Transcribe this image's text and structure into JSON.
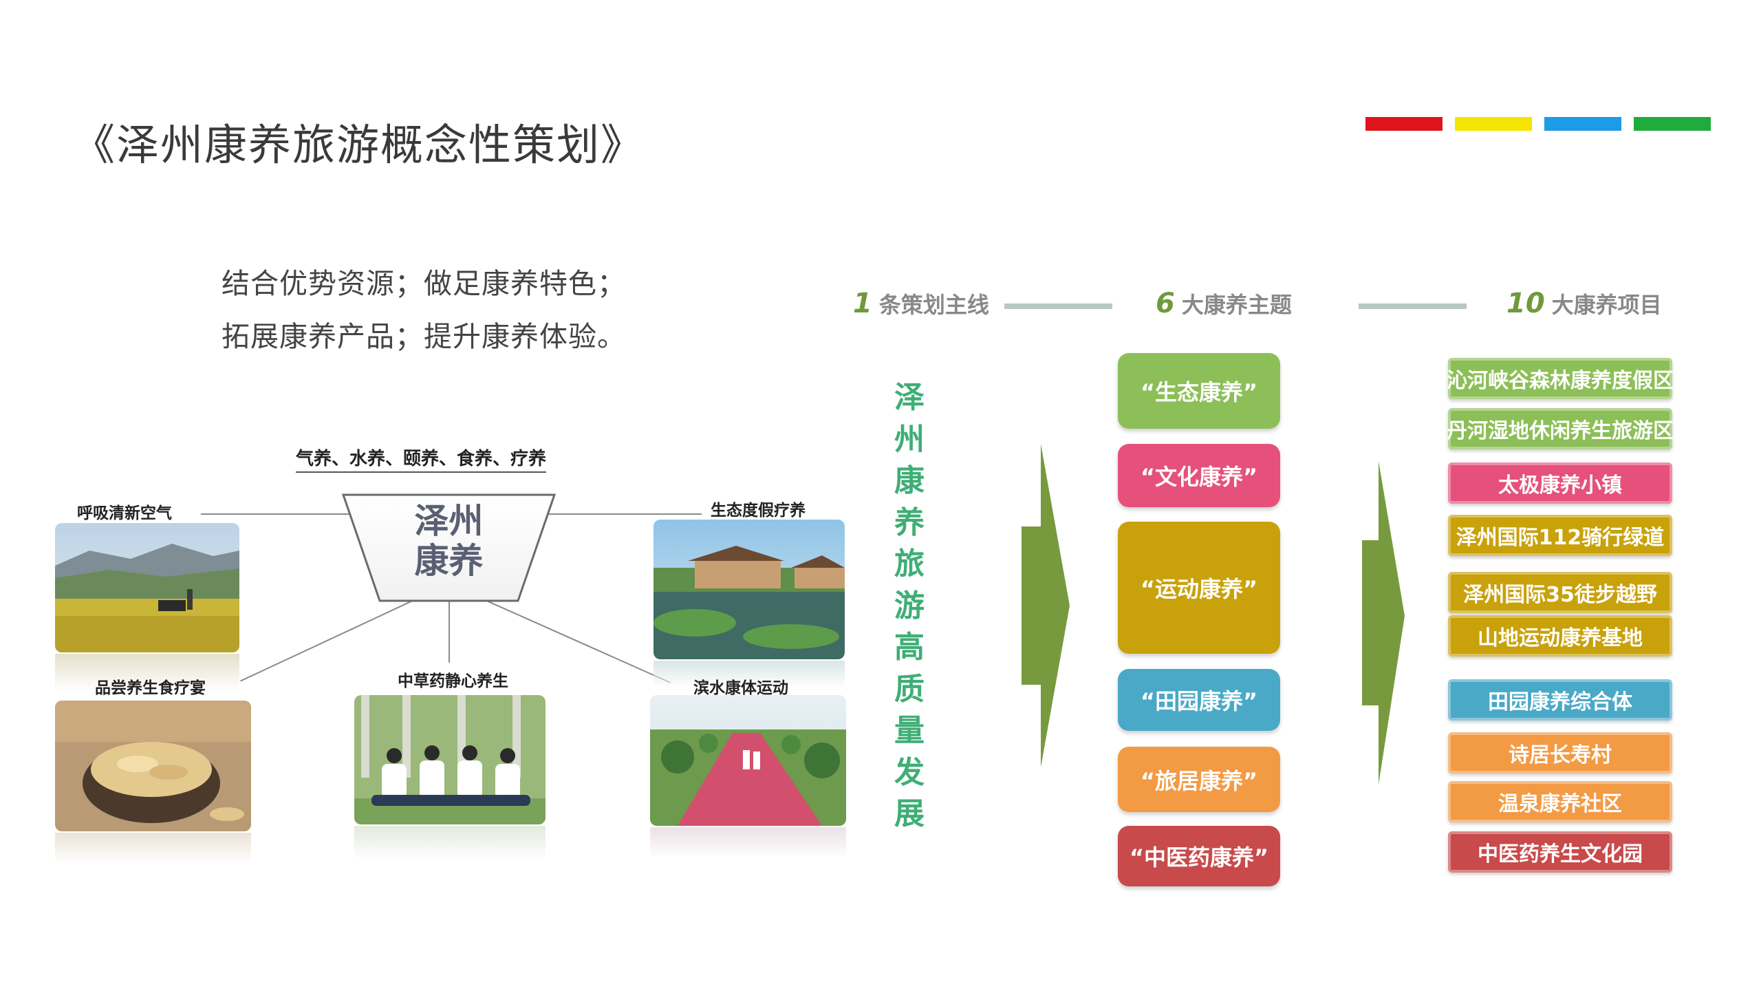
{
  "title": "《泽州康养旅游概念性策划》",
  "accent_colors": [
    "#e0141d",
    "#f5e400",
    "#1c9be6",
    "#1fac3c"
  ],
  "intro": {
    "line1": "结合优势资源；做足康养特色；",
    "line2": "拓展康养产品；提升康养体验。"
  },
  "mindmap": {
    "top_label": "气养、水养、颐养、食养、疗养",
    "center": {
      "line1": "泽州",
      "line2": "康养"
    },
    "items": [
      {
        "label": "呼吸清新空气",
        "photo": "rice-field-photo"
      },
      {
        "label": "生态度假疗养",
        "photo": "lakeside-resort-photo"
      },
      {
        "label": "品尝养生食疗宴",
        "photo": "herbal-slices-bowl-photo"
      },
      {
        "label": "中草药静心养生",
        "photo": "meditation-group-photo"
      },
      {
        "label": "滨水康体运动",
        "photo": "walking-path-photo"
      }
    ]
  },
  "columns": [
    {
      "num": "1",
      "label": "条策划主线"
    },
    {
      "num": "6",
      "label": "大康养主题"
    },
    {
      "num": "10",
      "label": "大康养项目"
    }
  ],
  "main_line": [
    "泽",
    "州",
    "康",
    "养",
    "旅",
    "游",
    "高",
    "质",
    "量",
    "发",
    "展"
  ],
  "themes": [
    {
      "label": "“生态康养”",
      "color": "#8cbf57"
    },
    {
      "label": "“文化康养”",
      "color": "#e5517b"
    },
    {
      "label": "“运动康养”",
      "color": "#c9a10a"
    },
    {
      "label": "“田园康养”",
      "color": "#4aa9c6"
    },
    {
      "label": "“旅居康养”",
      "color": "#f39a44"
    },
    {
      "label": "“中医药康养”",
      "color": "#c84a4a"
    }
  ],
  "projects": [
    {
      "label": "沁河峡谷森林康养度假区",
      "color": "#8cbf57"
    },
    {
      "label": "丹河湿地休闲养生旅游区",
      "color": "#8cbf57"
    },
    {
      "label": "太极康养小镇",
      "color": "#e5517b"
    },
    {
      "label": "泽州国际112骑行绿道",
      "color": "#c9a10a"
    },
    {
      "label": "泽州国际35徒步越野",
      "color": "#c9a10a"
    },
    {
      "label": "山地运动康养基地",
      "color": "#c9a10a"
    },
    {
      "label": "田园康养综合体",
      "color": "#4aa9c6"
    },
    {
      "label": "诗居长寿村",
      "color": "#f39a44"
    },
    {
      "label": "温泉康养社区",
      "color": "#f39a44"
    },
    {
      "label": "中医药养生文化园",
      "color": "#c84a4a"
    }
  ]
}
